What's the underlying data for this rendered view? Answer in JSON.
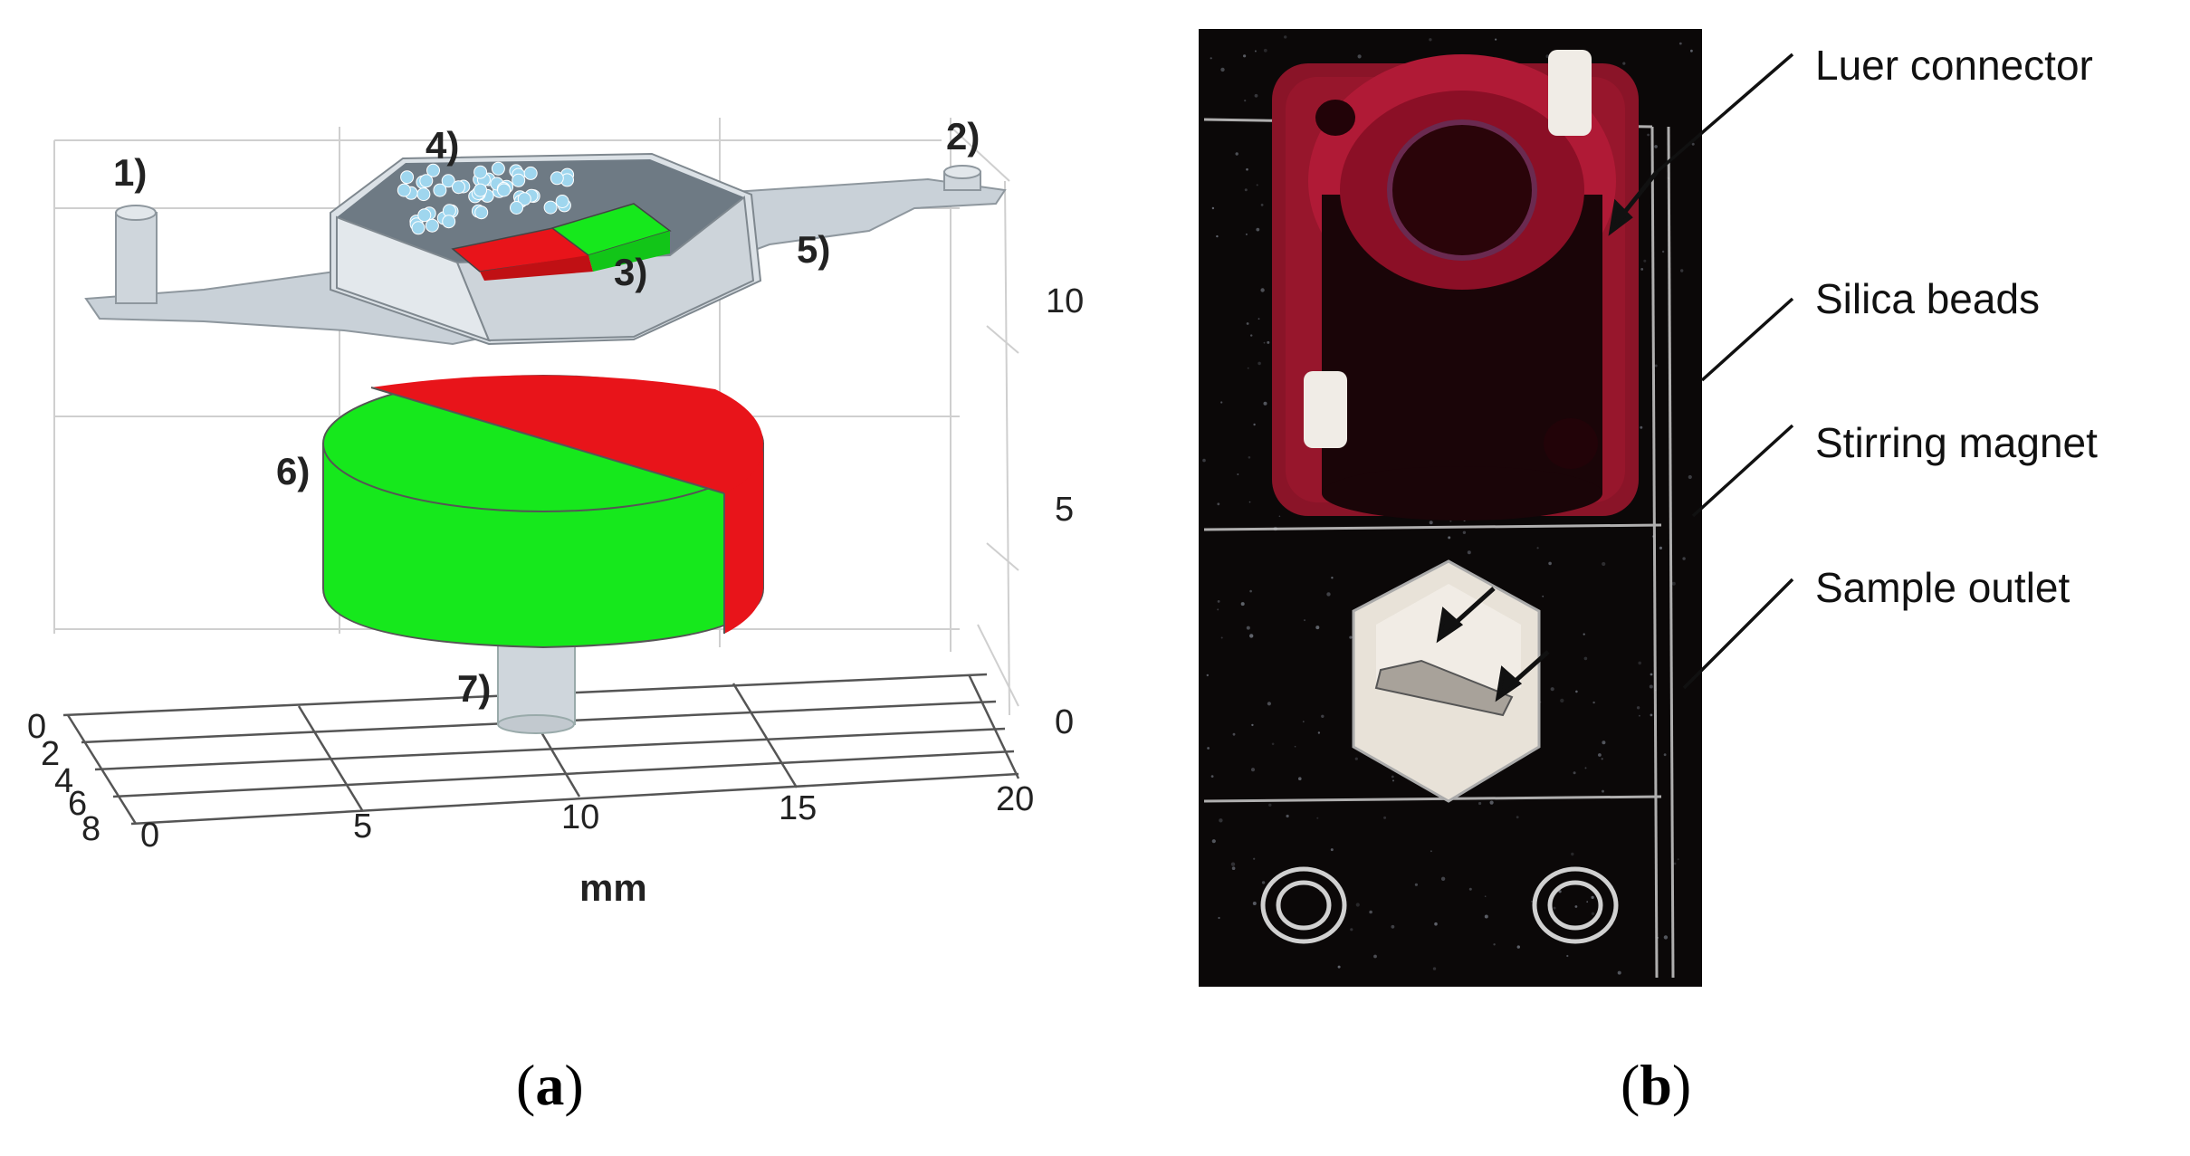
{
  "panel_a": {
    "caption_open": "(",
    "caption_letter": "a",
    "caption_close": ")",
    "axis_label": "mm",
    "x_ticks": [
      "0",
      "5",
      "10",
      "15",
      "20"
    ],
    "y_ticks": [
      "0",
      "2",
      "4",
      "6",
      "8"
    ],
    "z_ticks": [
      "0",
      "5",
      "10"
    ],
    "part_labels": [
      "1)",
      "2)",
      "3)",
      "4)",
      "5)",
      "6)",
      "7)"
    ],
    "colors": {
      "chamber": "#c9d1d8",
      "magnet_north": "#e8141a",
      "magnet_south": "#16e81c",
      "beads": "#9fd6ee",
      "grid": "#cccccc"
    }
  },
  "panel_b": {
    "caption_open": "(",
    "caption_letter": "b",
    "caption_close": ")",
    "callouts": [
      "Luer connector",
      "Silica beads",
      "Stirring magnet",
      "Sample outlet"
    ],
    "colors": {
      "background": "#0b0808",
      "luer": "#8a1428",
      "frit": "#e8e2d8"
    }
  }
}
